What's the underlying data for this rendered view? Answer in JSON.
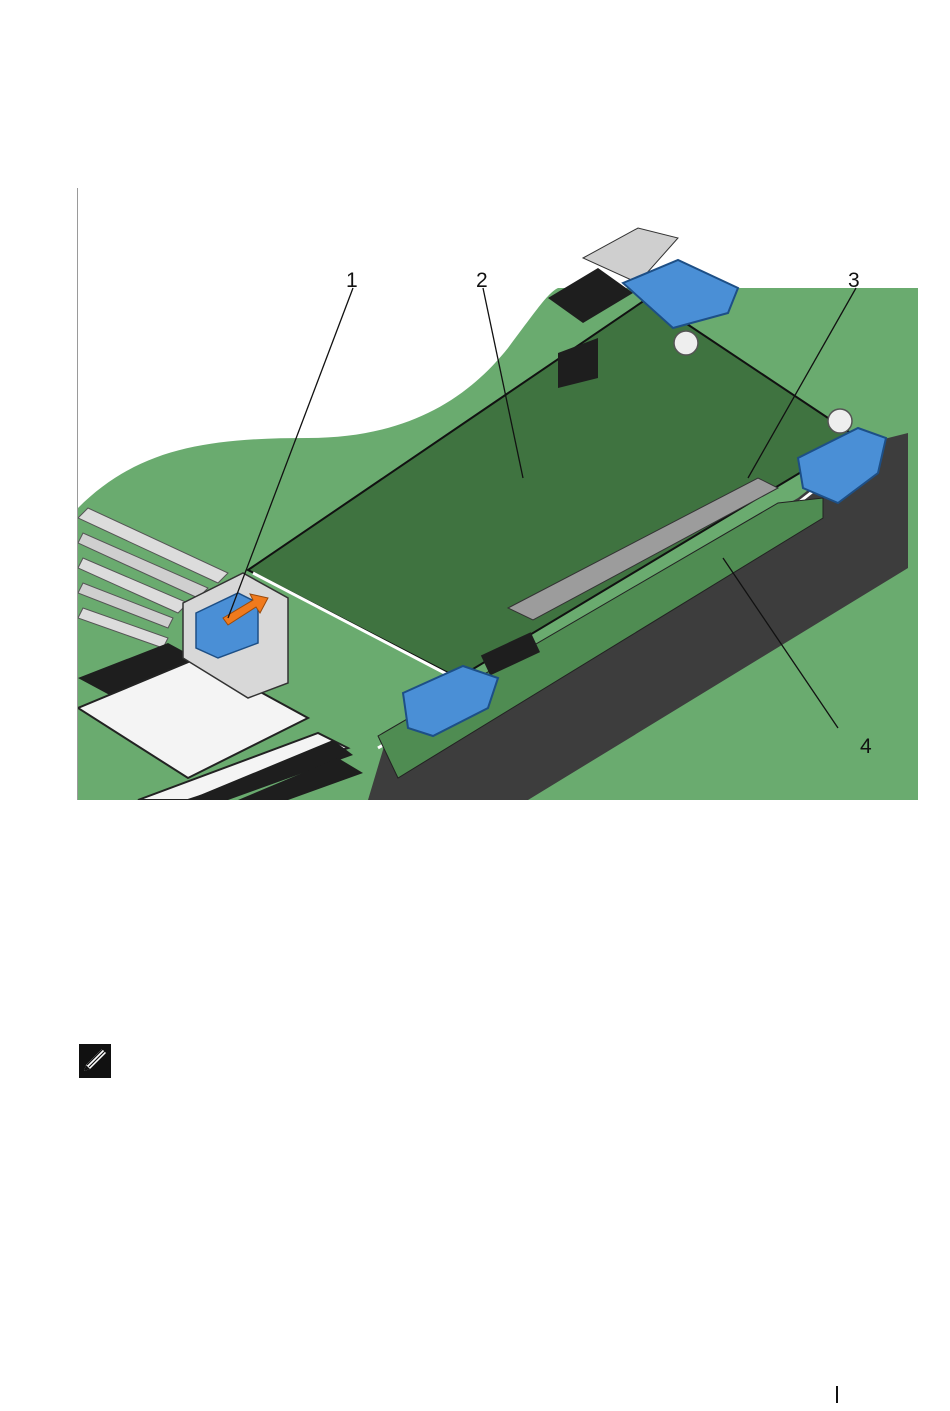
{
  "figure": {
    "callouts": [
      {
        "number": "1"
      },
      {
        "number": "2"
      },
      {
        "number": "3"
      },
      {
        "number": "4"
      }
    ],
    "colors": {
      "board_green": "#6aab6f",
      "card_green": "#3f7340",
      "latch_blue": "#4a8fd6",
      "chassis_dark": "#3d3d3d",
      "arrow_orange": "#f07a1c"
    }
  },
  "icons": {
    "note": "note-pencil-icon"
  }
}
